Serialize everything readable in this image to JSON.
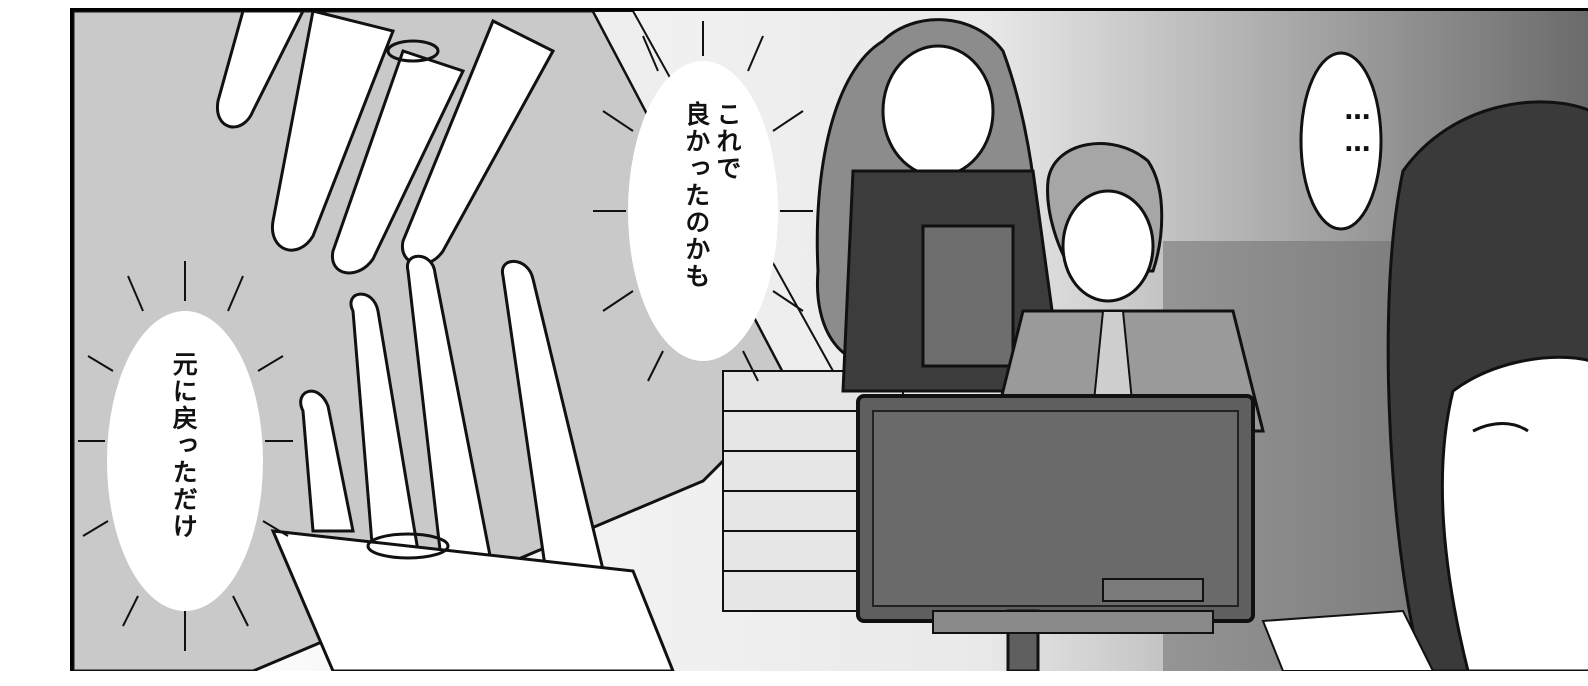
{
  "page": {
    "background": "#ffffff"
  },
  "panel": {
    "description_colors": {
      "ink": "#111111",
      "screen_gray": "#5f5f5f",
      "shade_gray": "#9a9a9a"
    },
    "speech": {
      "left_burst": "元に戻っただけ",
      "center_burst_line1": "これで",
      "center_burst_line2": "良かったのかも",
      "right_bubble": "……"
    }
  }
}
